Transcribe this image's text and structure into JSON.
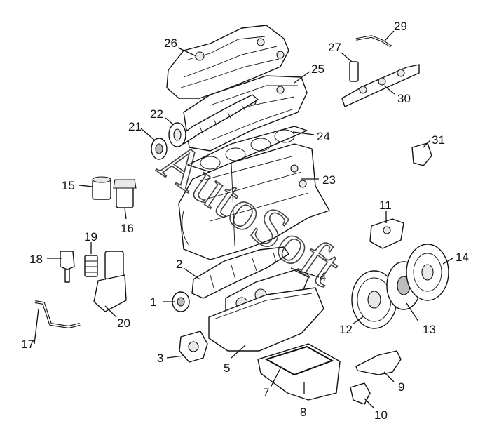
{
  "diagram": {
    "callouts": [
      {
        "id": "1",
        "label": "1"
      },
      {
        "id": "2",
        "label": "2"
      },
      {
        "id": "3",
        "label": "3"
      },
      {
        "id": "4",
        "label": "4"
      },
      {
        "id": "5",
        "label": "5"
      },
      {
        "id": "7",
        "label": "7"
      },
      {
        "id": "8",
        "label": "8"
      },
      {
        "id": "9",
        "label": "9"
      },
      {
        "id": "10",
        "label": "10"
      },
      {
        "id": "11",
        "label": "11"
      },
      {
        "id": "12",
        "label": "12"
      },
      {
        "id": "13",
        "label": "13"
      },
      {
        "id": "14",
        "label": "14"
      },
      {
        "id": "15",
        "label": "15"
      },
      {
        "id": "16",
        "label": "16"
      },
      {
        "id": "17",
        "label": "17"
      },
      {
        "id": "18",
        "label": "18"
      },
      {
        "id": "19",
        "label": "19"
      },
      {
        "id": "20",
        "label": "20"
      },
      {
        "id": "21",
        "label": "21"
      },
      {
        "id": "22",
        "label": "22"
      },
      {
        "id": "23",
        "label": "23"
      },
      {
        "id": "24",
        "label": "24"
      },
      {
        "id": "25",
        "label": "25"
      },
      {
        "id": "26",
        "label": "26"
      },
      {
        "id": "27",
        "label": "27"
      },
      {
        "id": "29",
        "label": "29"
      },
      {
        "id": "30",
        "label": "30"
      },
      {
        "id": "31",
        "label": "31"
      }
    ],
    "watermark": "AutoSoft"
  }
}
